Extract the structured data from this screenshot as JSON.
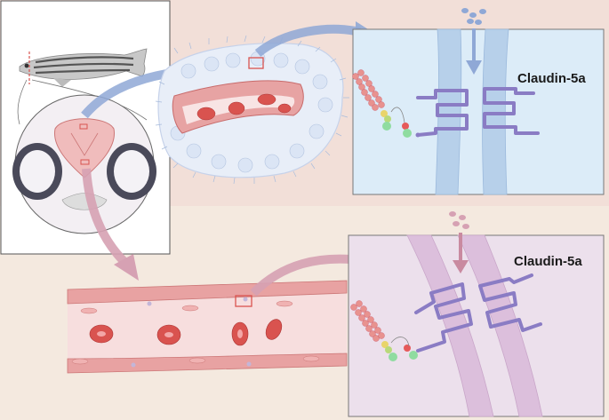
{
  "labels": {
    "top_protein": "Claudin-5a",
    "bottom_protein": "Claudin-5a"
  },
  "colors": {
    "top_band": "#f2dfd8",
    "bottom_band": "#f4e9df",
    "top_panel": "#dcecf8",
    "bottom_panel": "#ece0ec",
    "membrane_blue": "#b7d0ea",
    "membrane_purple": "#dcbfdc",
    "protein": "#8a7cc4",
    "endothelium": "#e8a2a2",
    "rbc": "#d9534f",
    "blue_arrow": "#8fa8d6",
    "pink_arrow": "#d6a1b3"
  },
  "icons": [
    "zebrafish",
    "brain-cross-section",
    "eye",
    "vessel-with-astrocytes",
    "leaky-vessel",
    "tight-junction",
    "molecule-cluster"
  ]
}
